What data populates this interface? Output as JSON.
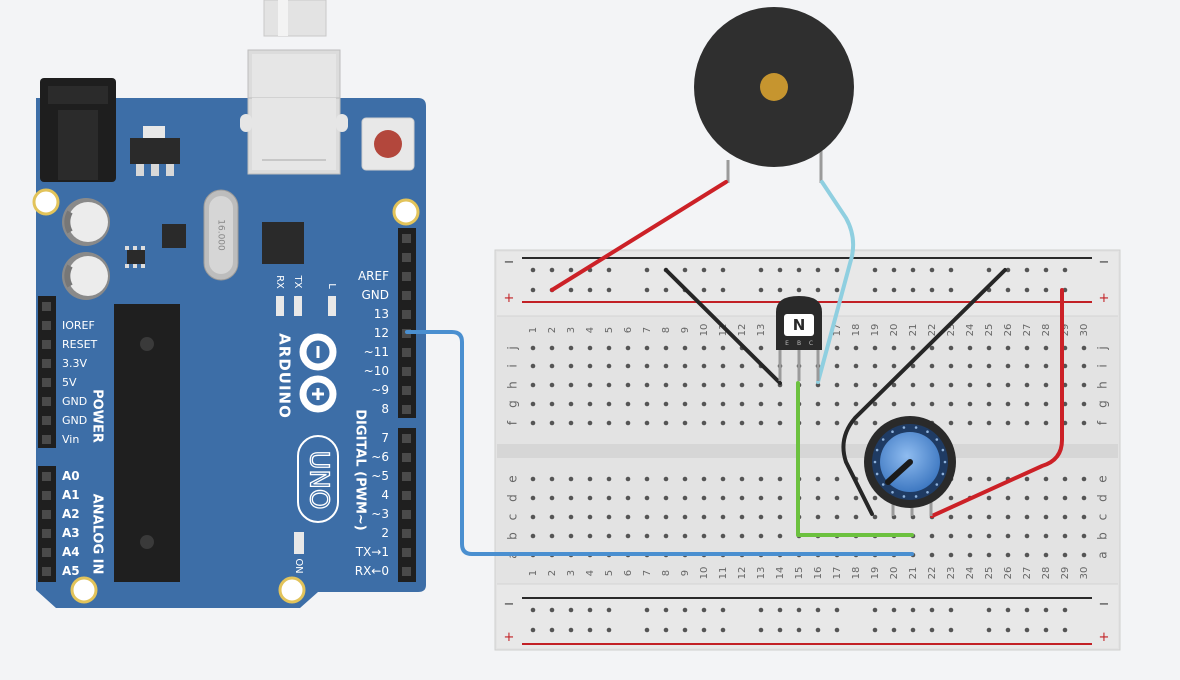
{
  "arduino": {
    "logo_text": "ARDUINO",
    "model_text": "UNO",
    "crystal_text": "16.000",
    "led_labels": {
      "rx": "RX",
      "tx": "TX",
      "l": "L",
      "on": "ON"
    },
    "top_header_labels": [
      "AREF",
      "GND",
      "13",
      "12",
      "~11",
      "~10",
      "~9",
      "8"
    ],
    "bottom_header_labels": [
      "7",
      "~6",
      "~5",
      "4",
      "~3",
      "2",
      "TX→1",
      "RX←0"
    ],
    "digital_section_label": "DIGITAL (PWM~)",
    "power_labels": [
      "IOREF",
      "RESET",
      "3.3V",
      "5V",
      "GND",
      "GND",
      "Vin"
    ],
    "power_section_label": "POWER",
    "analog_labels": [
      "A0",
      "A1",
      "A2",
      "A3",
      "A4",
      "A5"
    ],
    "analog_section_label": "ANALOG IN"
  },
  "breadboard": {
    "rail_minus_symbol": "−",
    "rail_plus_symbol": "+",
    "row_letters_top": [
      "j",
      "i",
      "h",
      "g",
      "f"
    ],
    "row_letters_bottom": [
      "e",
      "d",
      "c",
      "b",
      "a"
    ],
    "columns": 30
  },
  "transistor": {
    "label": "N",
    "pins": [
      "E",
      "B",
      "C"
    ]
  },
  "colors": {
    "board_blue": "#3d6ea7",
    "wire_red": "#cc2127",
    "wire_black": "#262626",
    "wire_light_blue": "#8fcfe0",
    "wire_blue": "#4a8fd0",
    "wire_green": "#6cc13f",
    "buzzer_body": "#2f2f2f",
    "pot_knob": "#5b95d8"
  }
}
